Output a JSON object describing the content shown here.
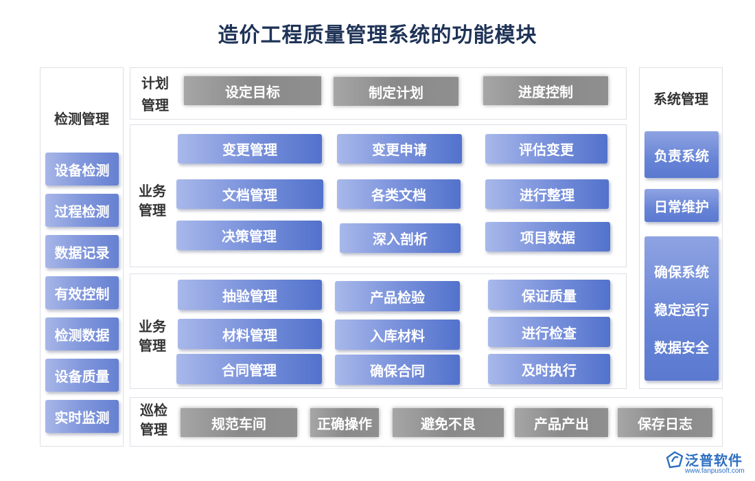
{
  "title": "造价工程质量管理系统的功能模块",
  "left": {
    "heading": "检测管理",
    "items": [
      "设备检测",
      "过程检测",
      "数据记录",
      "有效控制",
      "检测数据",
      "设备质量",
      "实时监测"
    ]
  },
  "plan": {
    "label_line1": "计划",
    "label_line2": "管理",
    "items": [
      "设定目标",
      "制定计划",
      "进度控制"
    ]
  },
  "business1": {
    "label_line1": "业务",
    "label_line2": "管理",
    "rows": [
      [
        "变更管理",
        "变更申请",
        "评估变更"
      ],
      [
        "文档管理",
        "各类文档",
        "进行整理"
      ],
      [
        "决策管理",
        "深入剖析",
        "项目数据"
      ]
    ]
  },
  "business2": {
    "label_line1": "业务",
    "label_line2": "管理",
    "rows": [
      [
        "抽验管理",
        "产品检验",
        "保证质量"
      ],
      [
        "材料管理",
        "入库材料",
        "进行检查"
      ],
      [
        "合同管理",
        "确保合同",
        "及时执行"
      ]
    ]
  },
  "patrol": {
    "label_line1": "巡检",
    "label_line2": "管理",
    "items": [
      "规范车间",
      "正确操作",
      "避免不良",
      "产品产出",
      "保存日志"
    ]
  },
  "right": {
    "heading": "系统管理",
    "items": [
      "负责系统",
      "日常维护"
    ],
    "block_lines": [
      "确保系统",
      "稳定运行",
      "数据安全"
    ]
  },
  "logo": {
    "name": "泛普软件",
    "url": "www.fanpusoft.com"
  },
  "colors": {
    "title": "#1f3357",
    "blue_start": "#a8b8ea",
    "blue_end": "#5272cc",
    "gray": "#8a8a8a",
    "panel_border": "#dcdfe6",
    "logo": "#2c6fc2"
  }
}
